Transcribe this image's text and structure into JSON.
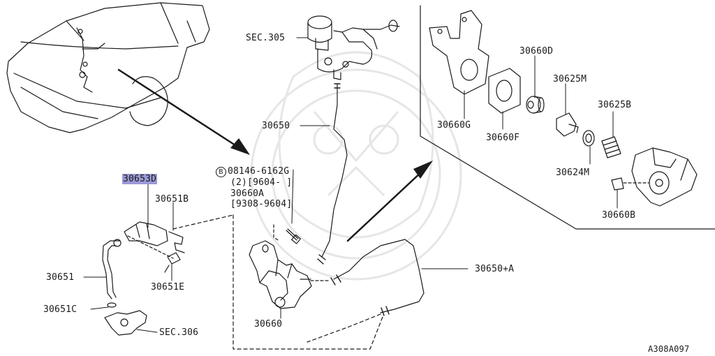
{
  "diagram_code": "A308A097",
  "labels": {
    "sec305": "SEC.305",
    "p30650": "30650",
    "p30653D": "30653D",
    "p30651B": "30651B",
    "p30651": "30651",
    "p30651E": "30651E",
    "p30651C": "30651C",
    "sec306": "SEC.306",
    "p30660": "30660",
    "p30650A": "30650+A",
    "p30660G": "30660G",
    "p30660F": "30660F",
    "p30660D": "30660D",
    "p30625M": "30625M",
    "p30625B": "30625B",
    "p30624M": "30624M",
    "p30660B": "30660B"
  },
  "bolt_callout": {
    "symbol": "B",
    "part": "08146-6162G",
    "qty_line": "(2)[9604-      ]",
    "alt_part": "30660A",
    "alt_range": "[9308-9604]"
  },
  "highlight": {
    "part": "30653D",
    "color": "#9a9ad8"
  },
  "colors": {
    "line": "#1a1a1a",
    "watermark": "#e6e6e6",
    "background": "#ffffff"
  }
}
